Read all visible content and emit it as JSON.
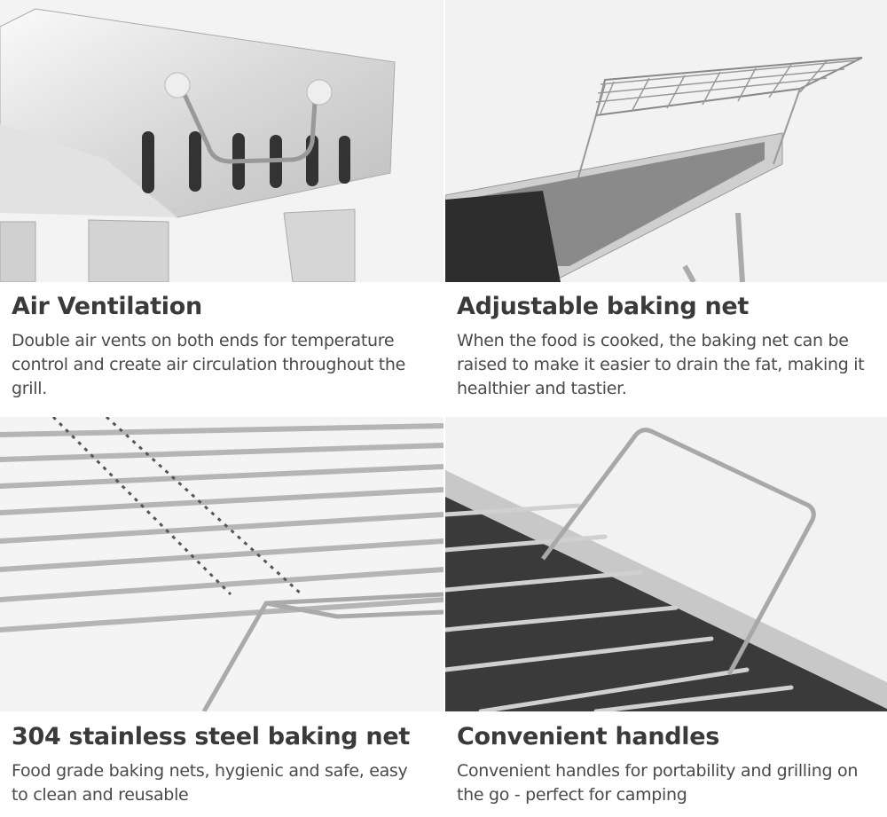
{
  "panels": [
    {
      "title": "Air Ventilation",
      "description": "Double air vents on both ends for temperature control and create air circulation throughout the grill."
    },
    {
      "title": "Adjustable baking net",
      "description": "When the food is cooked, the baking net can be raised to make it easier to drain the fat, making it healthier and tastier."
    },
    {
      "title": "304 stainless steel baking net",
      "description": "Food grade baking nets, hygienic and safe, easy to clean and reusable"
    },
    {
      "title": "Convenient handles",
      "description": "Convenient handles for portability and grilling on the go - perfect for camping"
    }
  ]
}
